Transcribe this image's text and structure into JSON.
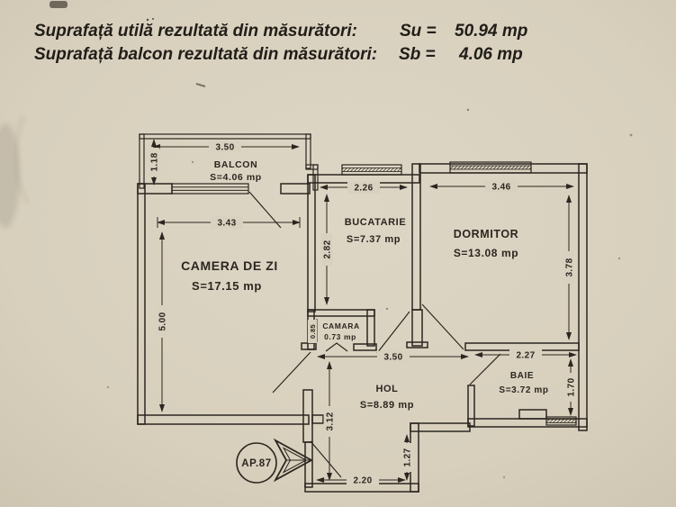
{
  "header": {
    "line1": {
      "label": "Suprafață utilă rezultată din măsurători:",
      "symbol": "Su =",
      "value": "50.94 mp"
    },
    "line2": {
      "label": "Suprafață balcon rezultată din măsurători:",
      "symbol": "Sb =",
      "value": "4.06 mp"
    }
  },
  "plan": {
    "apartment_badge": "AP.87",
    "rooms": [
      {
        "name": "BALCON",
        "area": "S=4.06 mp"
      },
      {
        "name": "CAMERA DE ZI",
        "area": "S=17.15 mp"
      },
      {
        "name": "BUCATARIE",
        "area": "S=7.37 mp"
      },
      {
        "name": "DORMITOR",
        "area": "S=13.08 mp"
      },
      {
        "name": "CAMARA",
        "area": "0.73 mp"
      },
      {
        "name": "HOL",
        "area": "S=8.89 mp"
      },
      {
        "name": "BAIE",
        "area": "S=3.72 mp"
      }
    ],
    "dimensions": {
      "balcon_width": "3.50",
      "balcon_depth": "1.18",
      "camera_width": "3.43",
      "camera_height": "5.00",
      "bucatarie_width": "2.26",
      "bucatarie_height": "2.82",
      "dormitor_width": "3.46",
      "dormitor_height": "3.78",
      "camara_depth": "0.85",
      "hol_width": "3.50",
      "hol_height": "3.12",
      "baie_width": "2.27",
      "baie_height": "1.70",
      "entry_height": "1.27",
      "entry_width": "2.20"
    },
    "colors": {
      "paper": "#d9d1bf",
      "ink": "#2b2620"
    }
  }
}
